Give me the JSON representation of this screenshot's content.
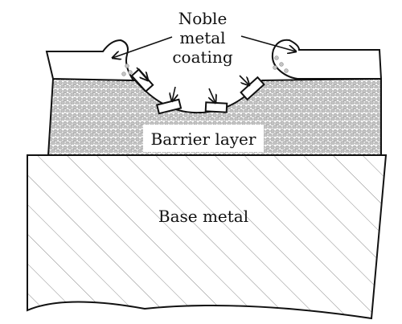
{
  "labels": {
    "coating_line1": "Noble",
    "coating_line2": "metal",
    "coating_line3": "coating",
    "barrier": "Barrier layer",
    "base": "Base metal"
  },
  "colors": {
    "stroke": "#111111",
    "hatch": "#8a8a8a",
    "granule": "#a9a9a9",
    "background": "#ffffff"
  }
}
